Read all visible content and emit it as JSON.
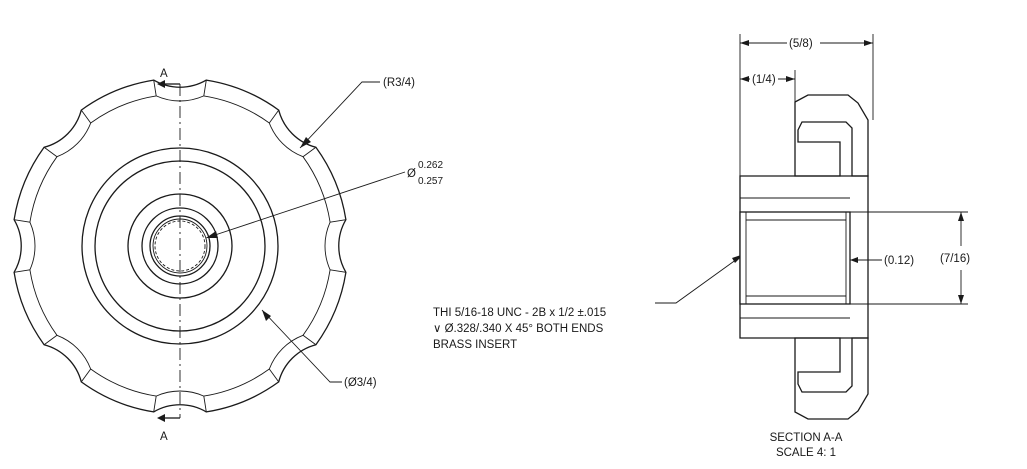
{
  "front_view": {
    "section_letter_top": "A",
    "section_letter_bottom": "A",
    "radius_label": "(R3/4)",
    "bore_dim_symbol": "Ø",
    "bore_dim_upper": "0.262",
    "bore_dim_lower": "0.257",
    "hub_dia_label": "(Ø3/4)"
  },
  "section_view": {
    "overall_width_label": "(5/8)",
    "offset_label": "(1/4)",
    "recess_label": "(0.12)",
    "height_label": "(7/16)",
    "title": "SECTION  A-A",
    "scale": "SCALE 4: 1"
  },
  "note": {
    "line1": "THI 5/16-18 UNC - 2B x 1/2 ±.015",
    "line2": "∨ Ø.328/.340 X 45° BOTH ENDS",
    "line3": "BRASS INSERT"
  }
}
